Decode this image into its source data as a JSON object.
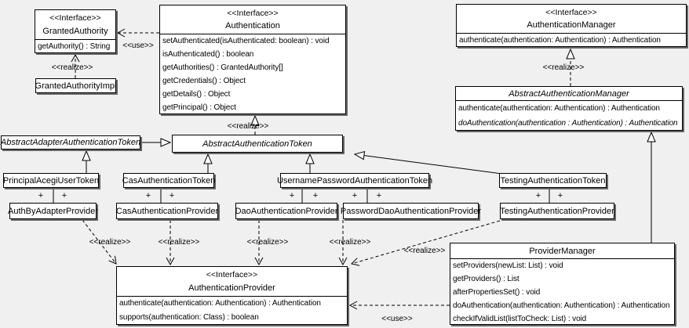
{
  "labels": {
    "realize": "<<realize>>",
    "use": "<<use>>",
    "plus": "+",
    "interface_stereotype": "<<Interface>>"
  },
  "classes": {
    "granted_authority": {
      "stereotype": "<<Interface>>",
      "name": "GrantedAuthority",
      "methods": [
        "getAuthority() : String"
      ]
    },
    "granted_authority_impl": {
      "name": "GrantedAuthorityImpl"
    },
    "authentication": {
      "stereotype": "<<Interface>>",
      "name": "Authentication",
      "methods": [
        "setAuthenticated(isAuthenticated: boolean) : void",
        "isAuthenticated() : boolean",
        "getAuthorities() : GrantedAuthority[]",
        "getCredentials() : Object",
        "getDetails() : Object",
        "getPrincipal() : Object"
      ]
    },
    "authentication_manager": {
      "stereotype": "<<Interface>>",
      "name": "AuthenticationManager",
      "methods": [
        "authenticate(authentication: Authentication) : Authentication"
      ]
    },
    "abstract_authentication_manager": {
      "name": "AbstractAuthenticationManager",
      "methods": [
        "authenticate(authentication: Authentication) : Authentication",
        "doAuthentication(authentication : Authentication) : Authentication"
      ]
    },
    "abstract_adapter_authentication_token": {
      "name": "AbstractAdapterAuthenticationToken"
    },
    "abstract_authentication_token": {
      "name": "AbstractAuthenticationToken"
    },
    "principal_acegi_user_token": {
      "name": "PrincipalAcegiUserToken"
    },
    "cas_authentication_token": {
      "name": "CasAuthenticationToken"
    },
    "username_password_authentication_token": {
      "name": "UsernamePasswordAuthenticationToken"
    },
    "testing_authentication_token": {
      "name": "TestingAuthenticationToken"
    },
    "auth_by_adapter_provider": {
      "name": "AuthByAdapterProvider"
    },
    "cas_authentication_provider": {
      "name": "CasAuthenticationProvider"
    },
    "dao_authentication_provider": {
      "name": "DaoAuthenticationProvider"
    },
    "password_dao_authentication_provider": {
      "name": "PasswordDaoAuthenticationProvider"
    },
    "testing_authentication_provider": {
      "name": "TestingAuthenticationProvider"
    },
    "authentication_provider": {
      "stereotype": "<<Interface>>",
      "name": "AuthenticationProvider",
      "methods": [
        "authenticate(authentication: Authentication) : Authentication",
        "supports(authentication: Class) : boolean"
      ]
    },
    "provider_manager": {
      "name": "ProviderManager",
      "methods": [
        "setProviders(newList: List) : void",
        "getProviders() : List",
        "afterPropertiesSet() : void",
        "doAuthentication(authentication: Authentication) : Authentication",
        "checkIfValidList(listToCheck: List) : void"
      ]
    }
  }
}
